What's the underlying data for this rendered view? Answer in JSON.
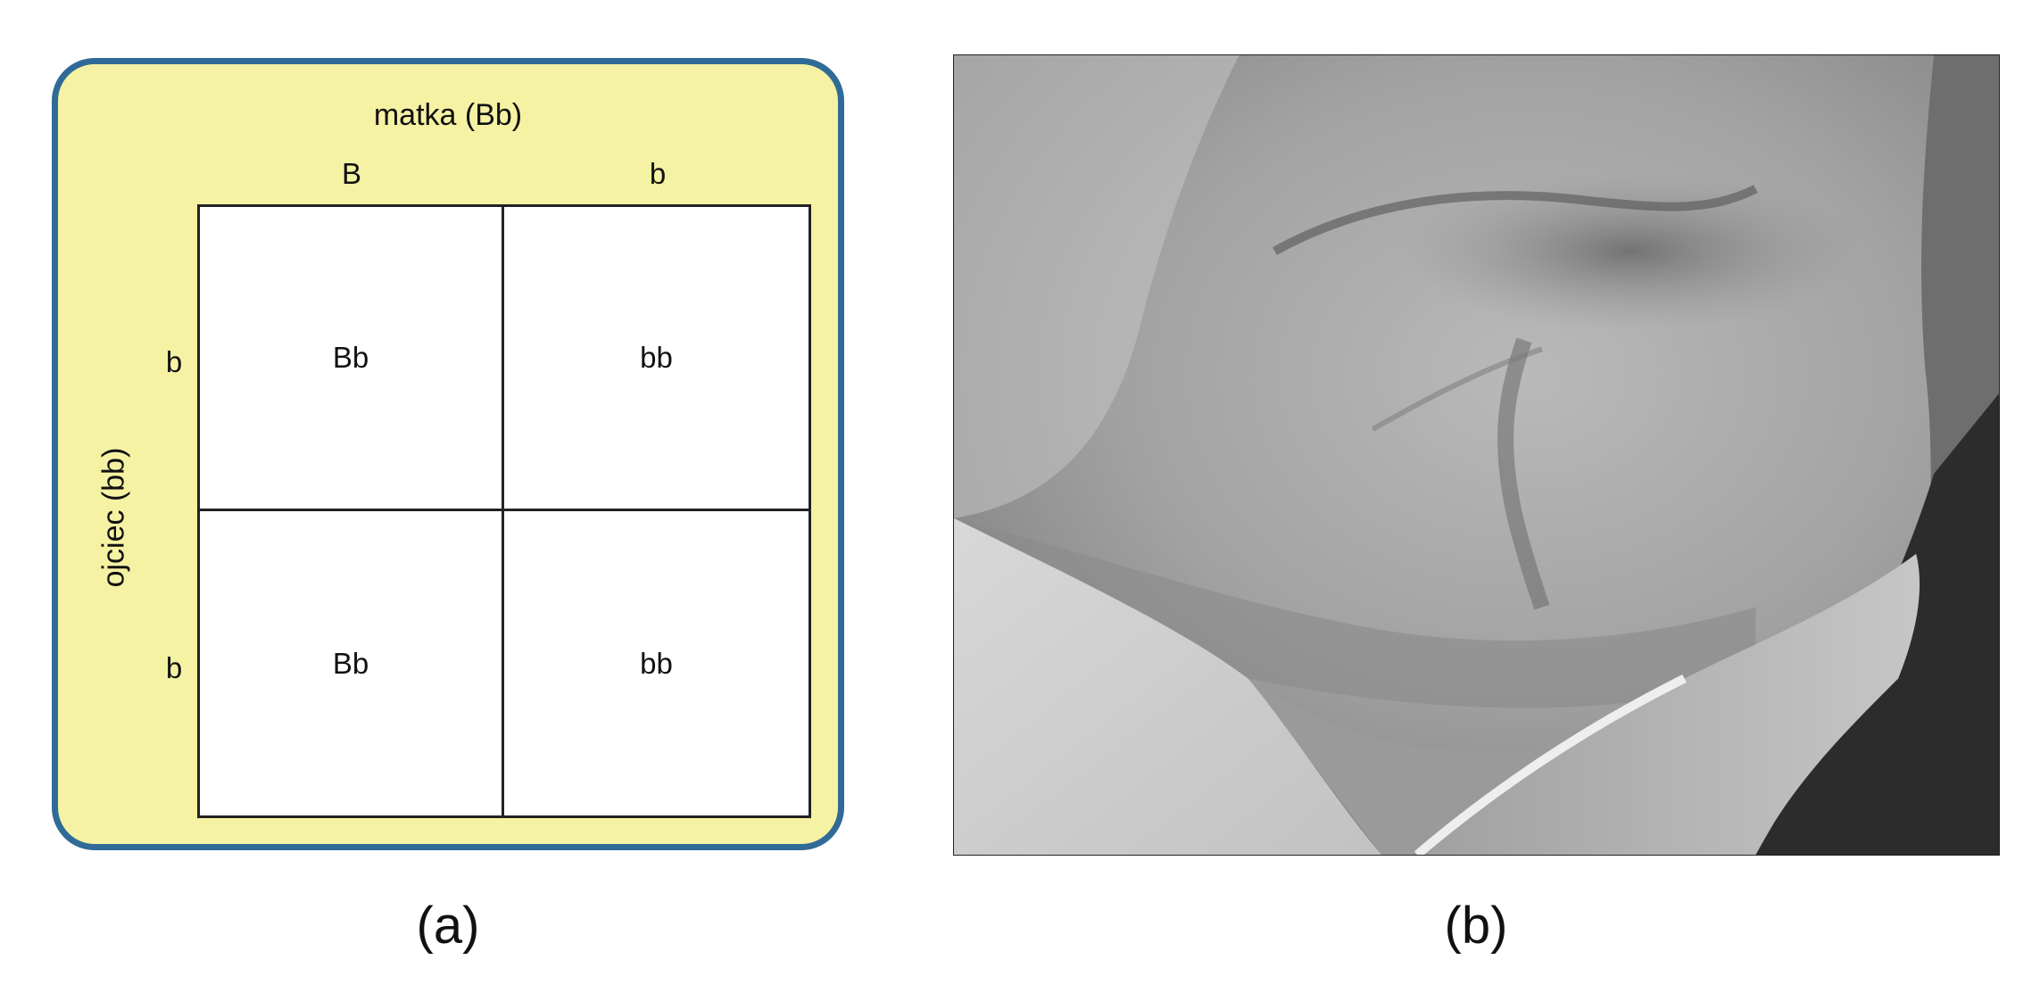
{
  "panel_a": {
    "column_header": "matka (Bb)",
    "column_alleles": [
      "B",
      "b"
    ],
    "row_header": "ojciec (bb)",
    "row_alleles": [
      "b",
      "b"
    ],
    "cells": [
      [
        "Bb",
        "bb"
      ],
      [
        "Bb",
        "bb"
      ]
    ],
    "colors": {
      "background": "#f6f2a3",
      "border": "#2f6b96"
    }
  },
  "panel_b": {
    "image": "black-and-white close-up photograph of a chin with a cleft and a shirt collar"
  },
  "captions": {
    "a": "(a)",
    "b": "(b)"
  }
}
